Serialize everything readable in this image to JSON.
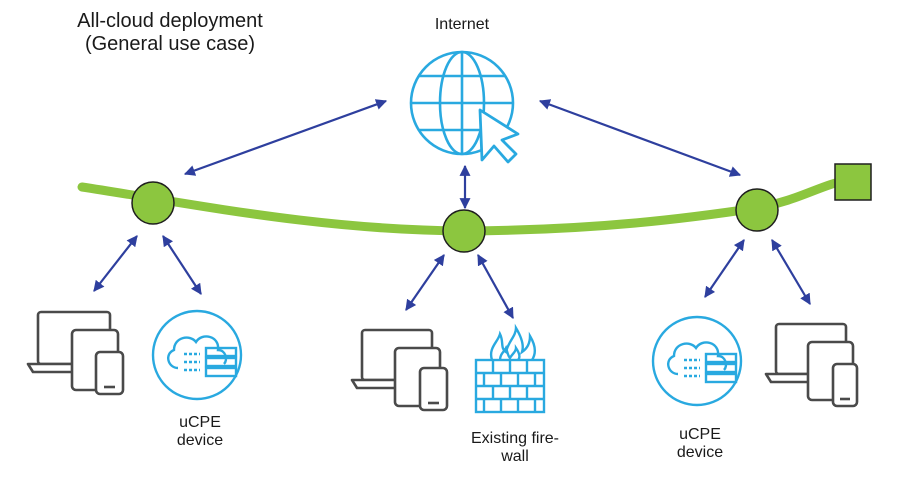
{
  "title": {
    "line1": "All-cloud deployment",
    "line2": "(General use case)"
  },
  "labels": {
    "internet": "Internet",
    "ucpe_left": {
      "line1": "uCPE",
      "line2": "device"
    },
    "firewall": {
      "line1": "Existing fire-",
      "line2": "wall"
    },
    "ucpe_right": {
      "line1": "uCPE",
      "line2": "device"
    }
  },
  "colors": {
    "network_path": "#8cc63f",
    "node_fill": "#8cc63f",
    "node_stroke": "#1f1f1f",
    "arrow": "#2e3f9e",
    "icon_blue": "#29a9e0",
    "device_gray": "#4a4a4a"
  },
  "icons": {
    "internet": "globe-cursor-icon",
    "device_group": "laptop-tablet-phone-icon",
    "ucpe": "cloud-server-icon",
    "firewall": "firewall-icon",
    "endpoint": "square-node-icon"
  }
}
